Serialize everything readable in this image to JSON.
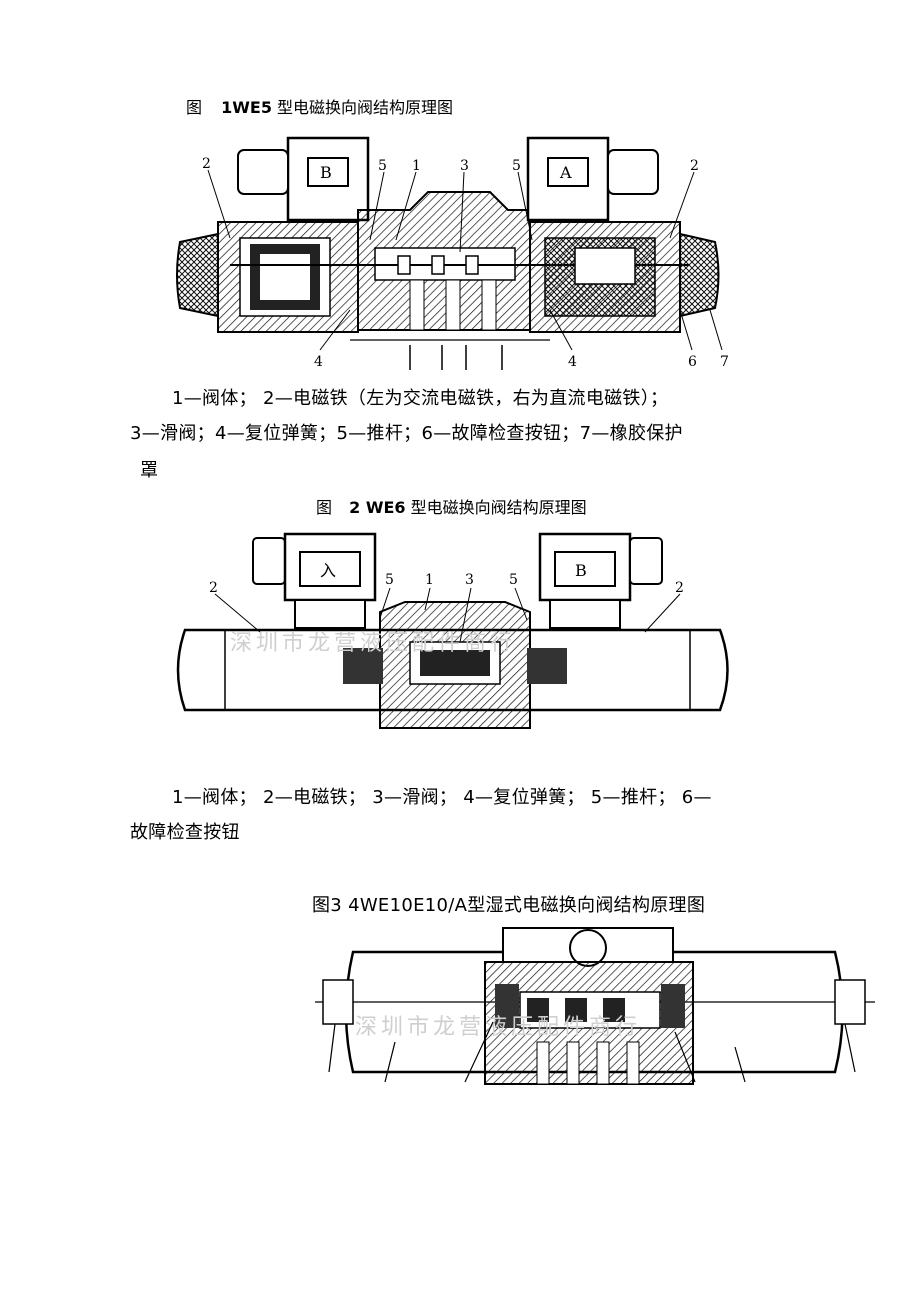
{
  "figure1": {
    "caption_prefix": "图",
    "caption_model": "1WE5",
    "caption_rest": "型电磁换向阀结构原理图",
    "coil_left": "B",
    "coil_right": "A",
    "callouts": [
      "2",
      "5",
      "1",
      "3",
      "5",
      "2",
      "4",
      "4",
      "6",
      "7"
    ],
    "legend": [
      "1—阀体； 2—电磁铁（左为交流电磁铁，右为直流电磁铁）；",
      "3—滑阀；4—复位弹簧；5—推杆；6—故障检查按钮；7—橡胶保护",
      "罩"
    ]
  },
  "figure2": {
    "caption_prefix": "图",
    "caption_model": "2 WE6",
    "caption_rest": "型电磁换向阀结构原理图",
    "coil_left": "入",
    "coil_right": "B",
    "callouts": [
      "2",
      "5",
      "1",
      "3",
      "5",
      "2"
    ],
    "watermark": "深圳市龙营液压配件商行",
    "legend": [
      "1—阀体；  2—电磁铁；  3—滑阀；  4—复位弹簧；  5—推杆；  6—",
      "故障检查按钮"
    ]
  },
  "figure3": {
    "caption": "图3 4WE10E10/A型湿式电磁换向阀结构原理图",
    "watermark": "深圳市龙营液压配件商行"
  }
}
